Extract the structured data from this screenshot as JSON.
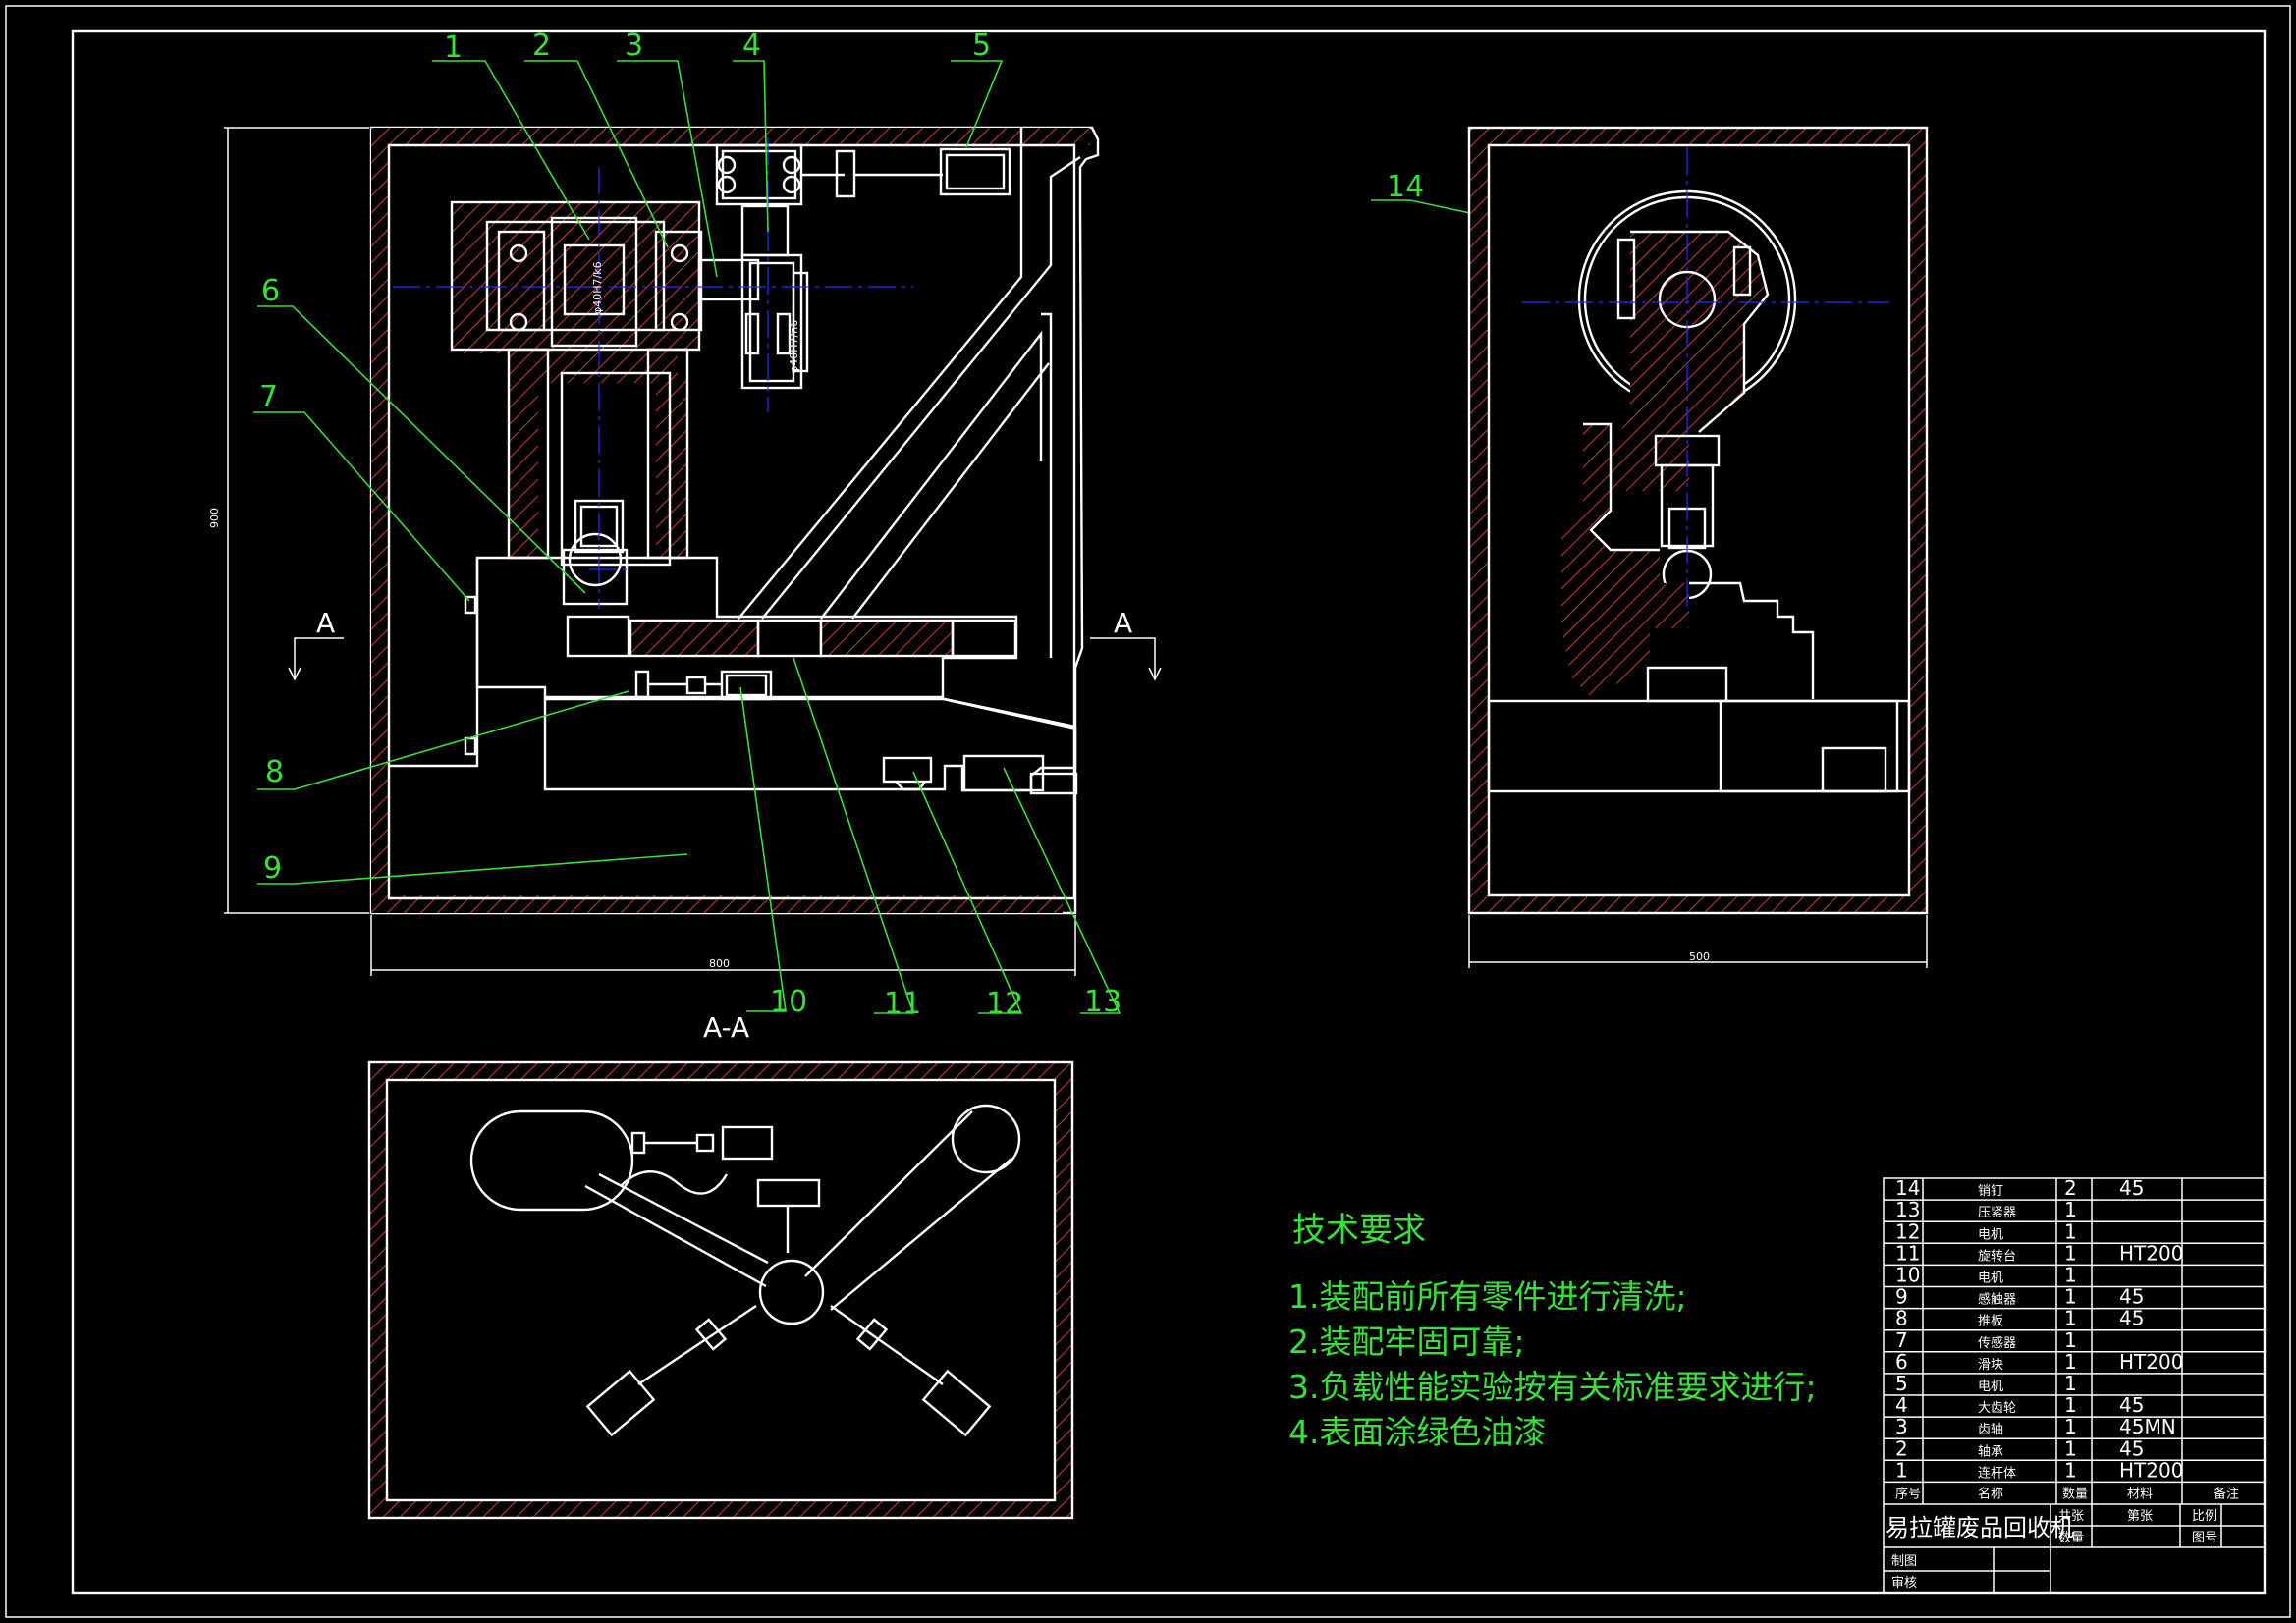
{
  "labels": [
    "1",
    "2",
    "3",
    "4",
    "5",
    "6",
    "7",
    "8",
    "9",
    "10",
    "11",
    "12",
    "13",
    "14"
  ],
  "section_marks": {
    "left": "A",
    "right": "A",
    "section_title": "A-A"
  },
  "dimensions": {
    "width_front": "800",
    "height_front": "900",
    "width_side": "500"
  },
  "shaft_notes": {
    "fit_1": "φ40H7/k6",
    "fit_2": "φ40H7/n6"
  },
  "tech_req": {
    "title": "技术要求",
    "items": [
      "1.装配前所有零件进行清洗;",
      "2.装配牢固可靠;",
      "3.负载性能实验按有关标准要求进行;",
      "4.表面涂绿色油漆"
    ]
  },
  "bom": {
    "rows": [
      {
        "no": "14",
        "name": "销钉",
        "qty": "2",
        "mat": "45"
      },
      {
        "no": "13",
        "name": "压紧器",
        "qty": "1",
        "mat": ""
      },
      {
        "no": "12",
        "name": "电机",
        "qty": "1",
        "mat": ""
      },
      {
        "no": "11",
        "name": "旋转台",
        "qty": "1",
        "mat": "HT200"
      },
      {
        "no": "10",
        "name": "电机",
        "qty": "1",
        "mat": ""
      },
      {
        "no": "9",
        "name": "感触器",
        "qty": "1",
        "mat": "45"
      },
      {
        "no": "8",
        "name": "推板",
        "qty": "1",
        "mat": "45"
      },
      {
        "no": "7",
        "name": "传感器",
        "qty": "1",
        "mat": ""
      },
      {
        "no": "6",
        "name": "滑块",
        "qty": "1",
        "mat": "HT200"
      },
      {
        "no": "5",
        "name": "电机",
        "qty": "1",
        "mat": ""
      },
      {
        "no": "4",
        "name": "大齿轮",
        "qty": "1",
        "mat": "45"
      },
      {
        "no": "3",
        "name": "齿轴",
        "qty": "1",
        "mat": "45MN"
      },
      {
        "no": "2",
        "name": "轴承",
        "qty": "1",
        "mat": "45"
      },
      {
        "no": "1",
        "name": "连杆体",
        "qty": "1",
        "mat": "HT200"
      }
    ],
    "header": {
      "no": "序号",
      "name": "名称",
      "qty": "数量",
      "mat": "材料",
      "note": "备注"
    },
    "title": "易拉罐废品回收机",
    "meta": {
      "sheets": "共张",
      "sheet": "第张",
      "scale": "比例",
      "qty": "数量",
      "drawing_no": "图号",
      "draw": "制图",
      "check": "审核"
    }
  }
}
